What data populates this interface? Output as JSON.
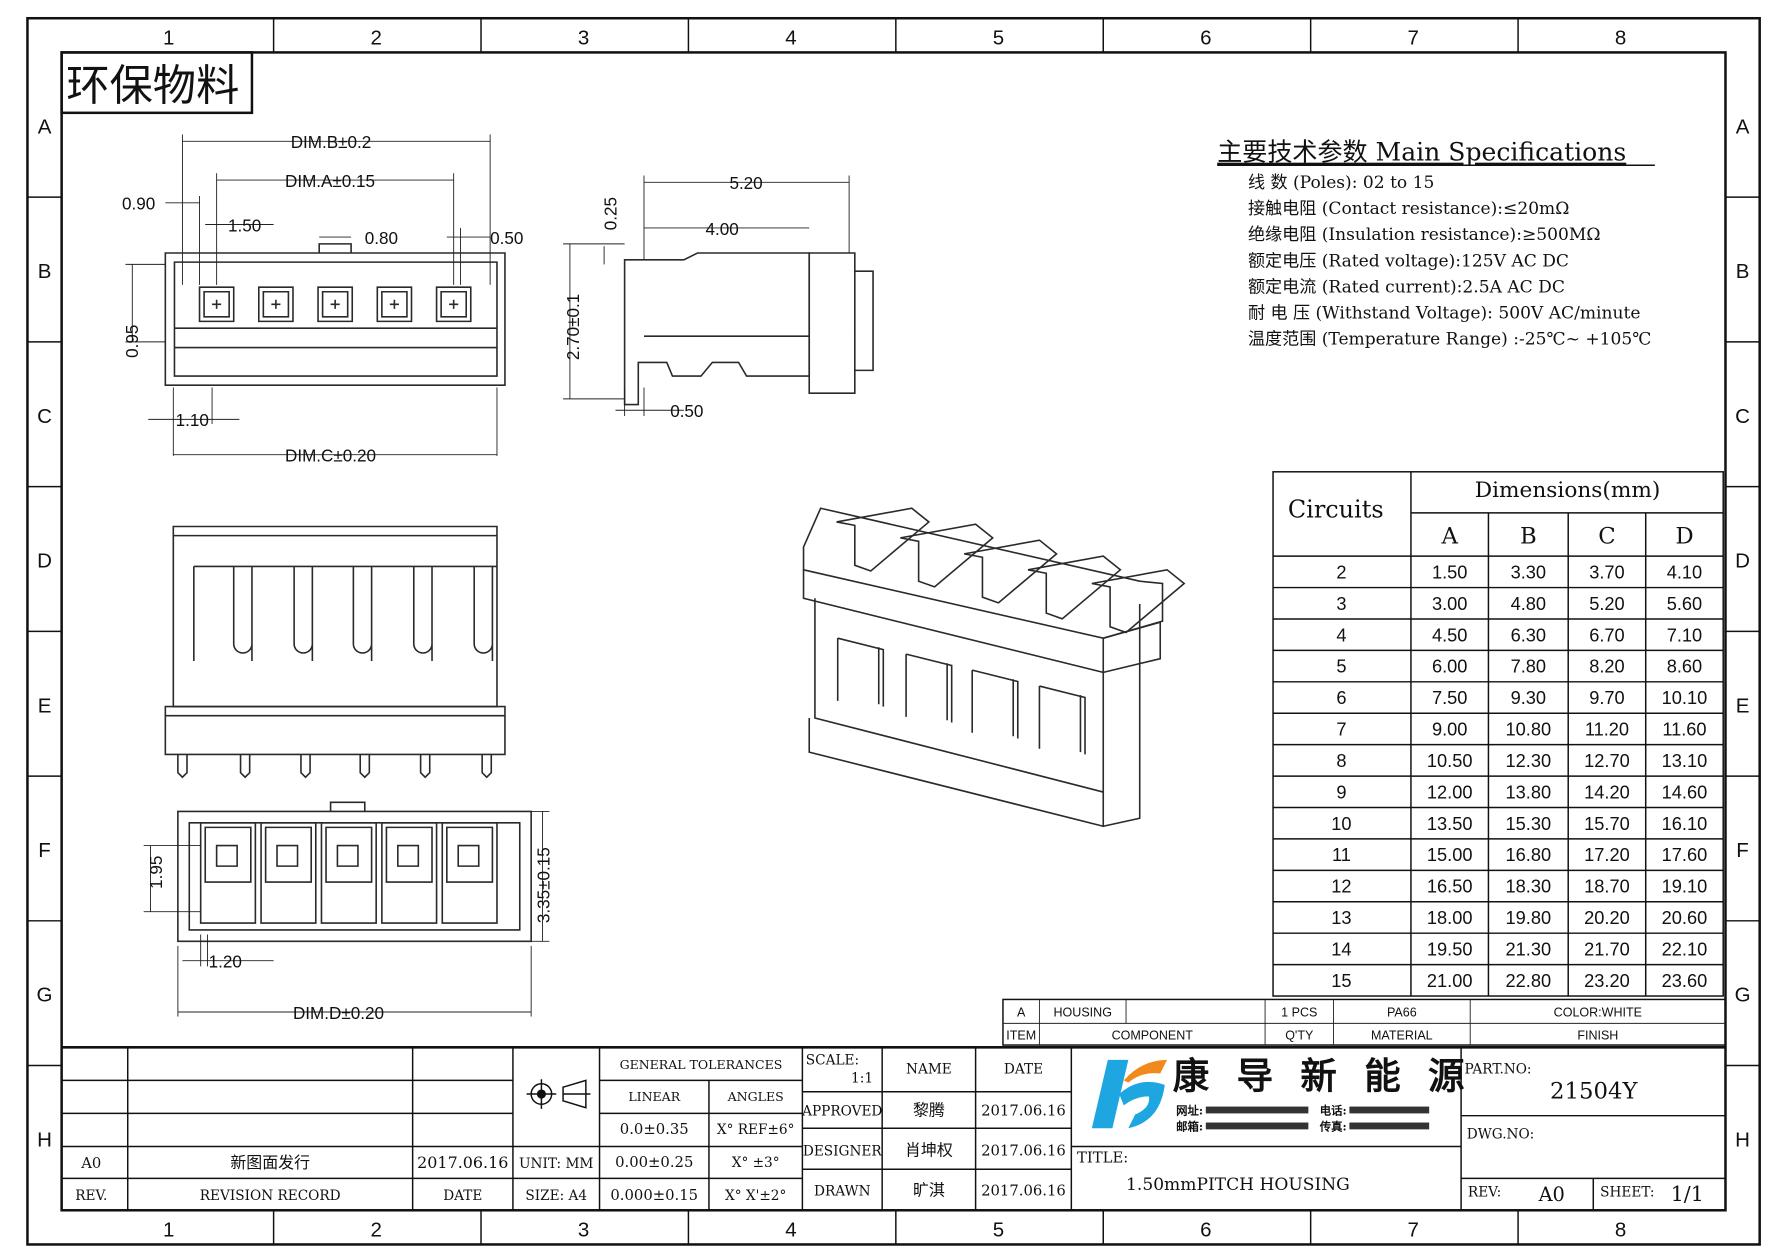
{
  "frame": {
    "columns": [
      "1",
      "2",
      "3",
      "4",
      "5",
      "6",
      "7",
      "8"
    ],
    "rows": [
      "A",
      "B",
      "C",
      "D",
      "E",
      "F",
      "G",
      "H"
    ]
  },
  "stamp": "环保物料",
  "specs": {
    "title": "主要技术参数 Main Specifications",
    "lines": [
      "线    数 (Poles): 02 to 15",
      "接触电阻 (Contact resistance):≤20mΩ",
      "绝缘电阻 (Insulation resistance):≥500MΩ",
      "额定电压 (Rated voltage):125V AC DC",
      "额定电流 (Rated current):2.5A AC DC",
      "耐 电 压 (Withstand Voltage): 500V AC/minute",
      "温度范围 (Temperature Range) :-25℃~ +105℃"
    ]
  },
  "dimensions": {
    "top_view": {
      "dim_b": "DIM.B±0.2",
      "dim_a": "DIM.A±0.15",
      "d090": "0.90",
      "d150": "1.50",
      "d080": "0.80",
      "d050": "0.50",
      "d095": "0.95",
      "d110": "1.10",
      "dim_c": "DIM.C±0.20"
    },
    "side_view": {
      "d520": "5.20",
      "d400": "4.00",
      "d025": "0.25",
      "d270": "2.70±0.1",
      "d050": "0.50"
    },
    "bottom_view": {
      "d195": "1.95",
      "d335": "3.35±0.15",
      "d120": "1.20",
      "dim_d": "DIM.D±0.20"
    }
  },
  "dim_table": {
    "circuits_header": "Circuits",
    "dims_header": "Dimensions(mm)",
    "columns": [
      "A",
      "B",
      "C",
      "D"
    ],
    "rows": [
      [
        "2",
        "1.50",
        "3.30",
        "3.70",
        "4.10"
      ],
      [
        "3",
        "3.00",
        "4.80",
        "5.20",
        "5.60"
      ],
      [
        "4",
        "4.50",
        "6.30",
        "6.70",
        "7.10"
      ],
      [
        "5",
        "6.00",
        "7.80",
        "8.20",
        "8.60"
      ],
      [
        "6",
        "7.50",
        "9.30",
        "9.70",
        "10.10"
      ],
      [
        "7",
        "9.00",
        "10.80",
        "11.20",
        "11.60"
      ],
      [
        "8",
        "10.50",
        "12.30",
        "12.70",
        "13.10"
      ],
      [
        "9",
        "12.00",
        "13.80",
        "14.20",
        "14.60"
      ],
      [
        "10",
        "13.50",
        "15.30",
        "15.70",
        "16.10"
      ],
      [
        "11",
        "15.00",
        "16.80",
        "17.20",
        "17.60"
      ],
      [
        "12",
        "16.50",
        "18.30",
        "18.70",
        "19.10"
      ],
      [
        "13",
        "18.00",
        "19.80",
        "20.20",
        "20.60"
      ],
      [
        "14",
        "19.50",
        "21.30",
        "21.70",
        "22.10"
      ],
      [
        "15",
        "21.00",
        "22.80",
        "23.20",
        "23.60"
      ]
    ]
  },
  "bom": {
    "item": "A",
    "component": "HOUSING",
    "qty": "1   PCS",
    "material": "PA66",
    "finish": "COLOR:WHITE",
    "headers": {
      "item": "ITEM",
      "component": "COMPONENT",
      "qty": "Q'TY",
      "material": "MATERIAL",
      "finish": "FINISH"
    }
  },
  "revision": {
    "rev": "A0",
    "record": "新图面发行",
    "date": "2017.06.16",
    "headers": {
      "rev": "REV.",
      "record": "REVISION RECORD",
      "date": "DATE"
    }
  },
  "units": {
    "unit": "UNIT: MM",
    "size": "SIZE: A4"
  },
  "tolerances": {
    "title": "GENERAL TOLERANCES",
    "linear_header": "LINEAR",
    "angles_header": "ANGLES",
    "linear": [
      "0.0±0.35",
      "0.00±0.25",
      "0.000±0.15"
    ],
    "angles": [
      "X° REF±6°",
      "X°  ±3°",
      "X° X'±2°"
    ]
  },
  "approvals": {
    "scale_label": "SCALE:",
    "scale": "1:1",
    "name_header": "NAME",
    "date_header": "DATE",
    "rows": [
      {
        "role": "APPROVED",
        "name": "黎腾",
        "date": "2017.06.16"
      },
      {
        "role": "DESIGNER",
        "name": "肖坤权",
        "date": "2017.06.16"
      },
      {
        "role": "DRAWN",
        "name": "旷淇",
        "date": "2017.06.16"
      }
    ]
  },
  "company": {
    "name": [
      "康",
      "导",
      "新",
      "能",
      "源"
    ],
    "contact_labels": [
      "网址:",
      "电话:",
      "邮箱:",
      "传真:"
    ],
    "colors": {
      "blue": "#1ea6e0",
      "orange": "#f08a1c"
    }
  },
  "title_block": {
    "title_label": "TITLE:",
    "title": "1.50mmPITCH HOUSING",
    "part_no_label": "PART.NO:",
    "part_no": "21504Y",
    "dwg_no_label": "DWG.NO:",
    "rev_label": "REV:",
    "rev": "A0",
    "sheet_label": "SHEET:",
    "sheet": "1/1"
  }
}
